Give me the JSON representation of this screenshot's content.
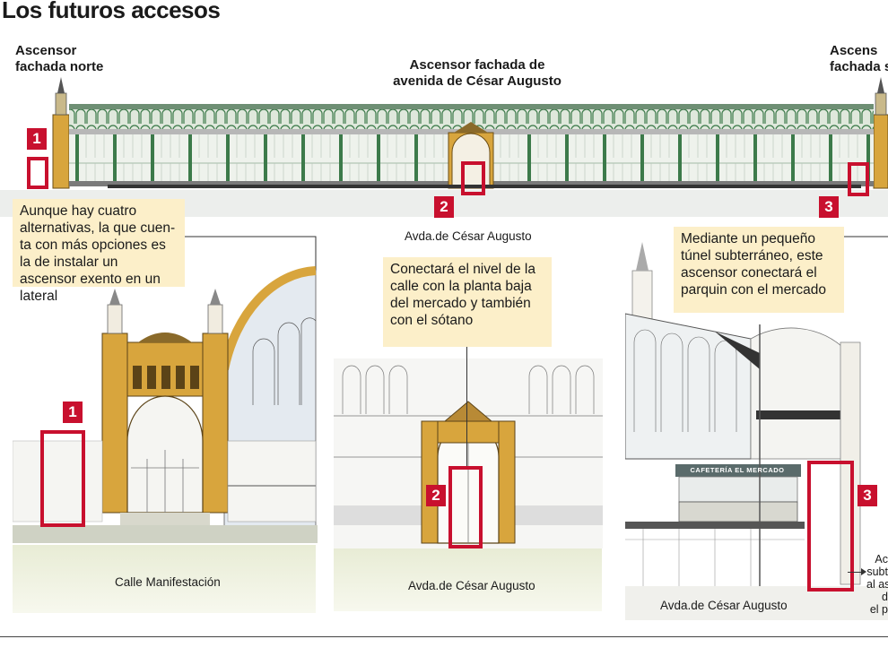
{
  "title": "Los futuros accesos",
  "labels": {
    "north": "Ascensor\nfachada norte",
    "center": "Ascensor fachada de\navenida de César Augusto",
    "right": "Ascens\nfachada s"
  },
  "badges": [
    "1",
    "2",
    "3"
  ],
  "notes": {
    "left": "Aunque hay cuatro alternativas, la que cuen-ta con más opciones es la de instalar un ascensor exento en un lateral",
    "center": "Conectará el nivel de la calle con la planta baja del mercado y también con el sótano",
    "right": "Mediante un pequeño túnel subterráneo, este ascensor conectará el parquin con el mercado"
  },
  "captions": {
    "top_street": "Avda.de César Augusto",
    "left_street": "Calle Manifestación",
    "center_street": "Avda.de César Augusto",
    "right_street": "Avda.de César Augusto"
  },
  "sign_text": "CAFETERÍA EL MERCADO",
  "cut_text": "Ac\nsubt\nal as\nd\nel p",
  "colors": {
    "accent": "#c8102e",
    "note_bg": "#fcefc9",
    "ochre": "#d8a53d",
    "green": "#3c7a4a"
  }
}
